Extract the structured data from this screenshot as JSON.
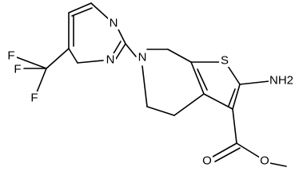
{
  "molecule": {
    "atom_labels": {
      "pyrimidine_n_top": "N",
      "pyrimidine_n_bottom": "N",
      "piperidine_n": "N",
      "sulfur": "S",
      "amino": "NH2",
      "ester_o_carbonyl": "O",
      "ester_o_methoxy": "O",
      "fluorine_1": "F",
      "fluorine_2": "F",
      "fluorine_3": "F"
    },
    "colors": {
      "line": "#000000",
      "background": "#ffffff"
    }
  }
}
